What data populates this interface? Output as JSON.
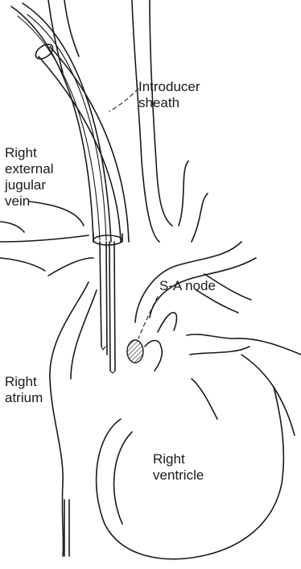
{
  "labels": {
    "introducer_sheath": [
      "Introducer",
      "sheath"
    ],
    "external_jugular_vein": [
      "Right",
      "external",
      "jugular",
      "vein"
    ],
    "sa_node": "S-A node",
    "right_atrium": [
      "Right",
      "atrium"
    ],
    "right_ventricle": [
      "Right",
      "ventricle"
    ]
  },
  "colors": {
    "ink": "#1a1a1a",
    "background": "#ffffff"
  }
}
